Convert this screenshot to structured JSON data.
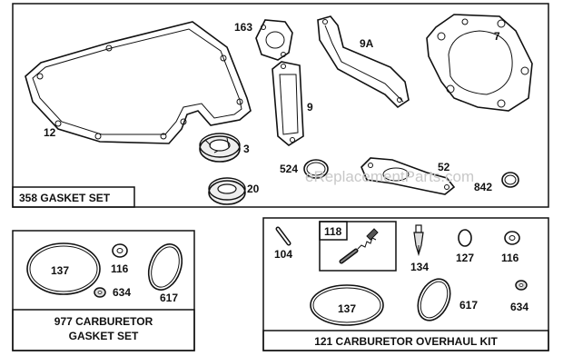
{
  "watermark": "eReplacementParts.com",
  "kits": {
    "gasket_set": {
      "title": "358 GASKET SET",
      "labels": {
        "p12": "12",
        "p163": "163",
        "p9a": "9A",
        "p7": "7",
        "p9": "9",
        "p3": "3",
        "p20": "20",
        "p524": "524",
        "p52": "52",
        "p842": "842"
      }
    },
    "carb_gasket_set": {
      "title_line1": "977 CARBURETOR",
      "title_line2": "GASKET SET",
      "labels": {
        "p137": "137",
        "p116": "116",
        "p634": "634",
        "p617": "617"
      }
    },
    "overhaul_kit": {
      "title": "121 CARBURETOR OVERHAUL KIT",
      "labels": {
        "p104": "104",
        "p118": "118",
        "p134": "134",
        "p127": "127",
        "p116": "116",
        "p137": "137",
        "p617": "617",
        "p634": "634"
      }
    }
  }
}
